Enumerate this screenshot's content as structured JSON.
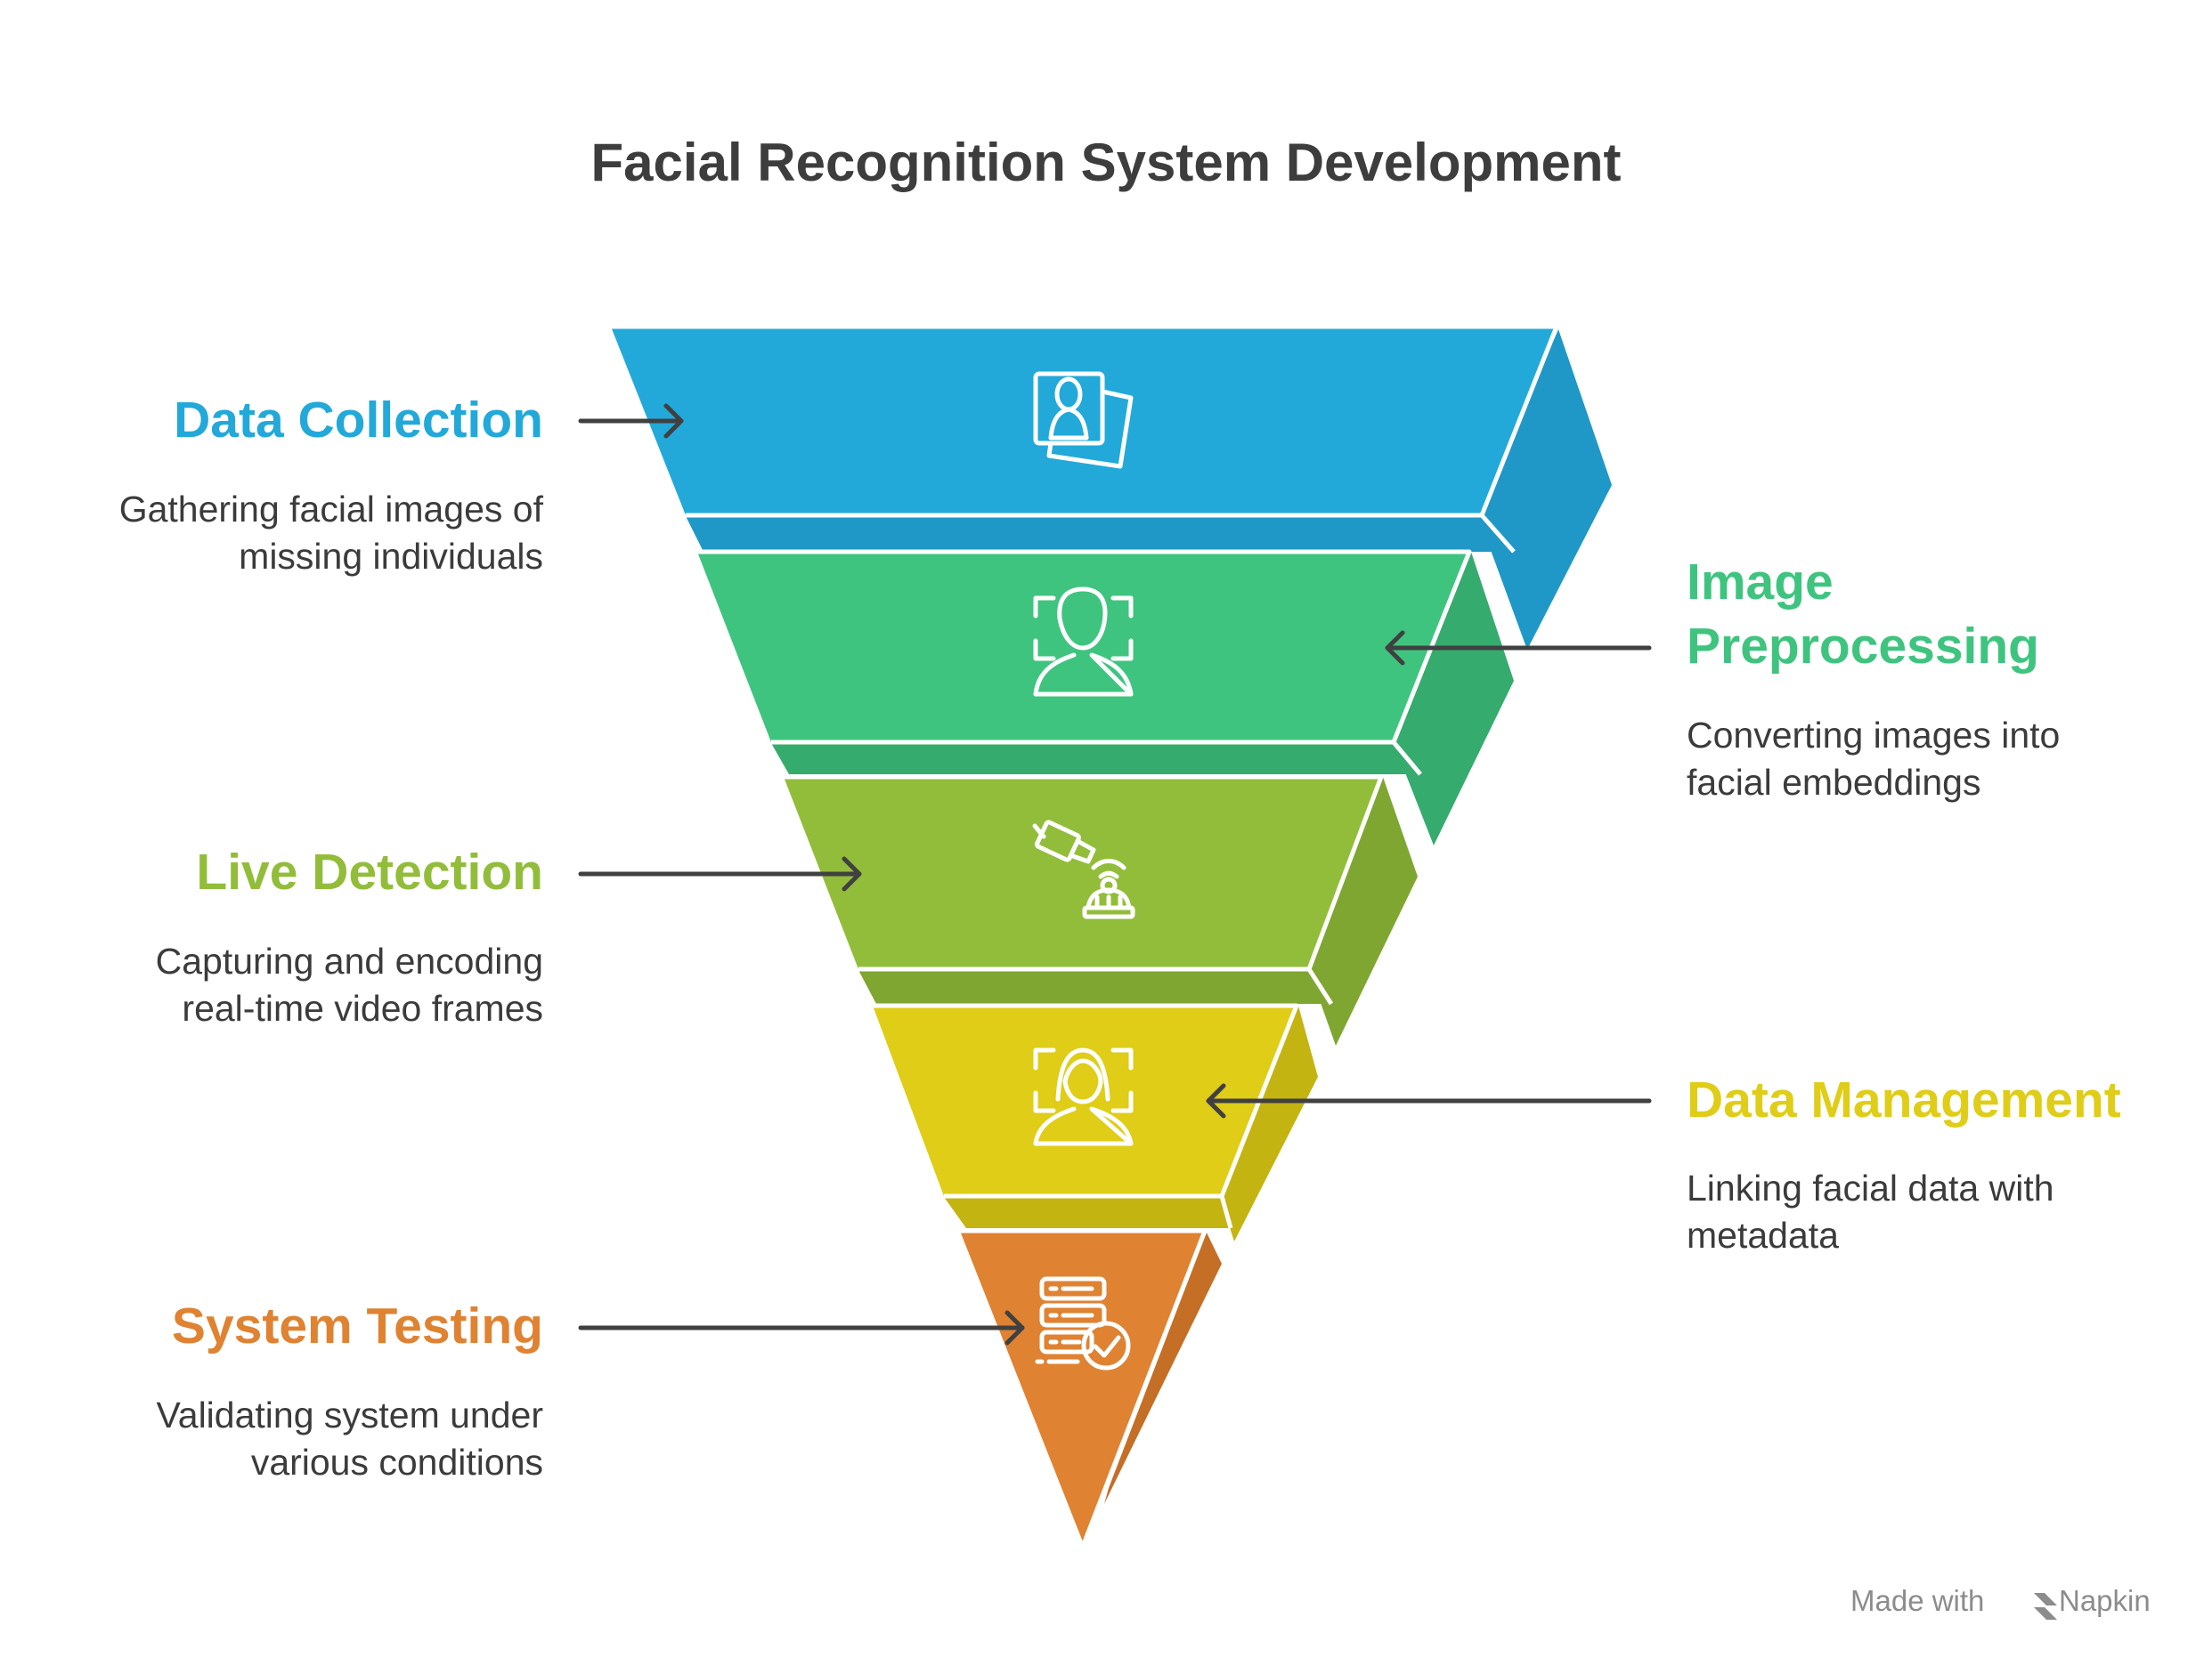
{
  "title": "Facial Recognition System Development",
  "stages": [
    {
      "name": "Data Collection",
      "desc1": "Gathering facial images of",
      "desc2": "missing individuals",
      "color": "#22a9d9",
      "icon": "photo-portrait-icon"
    },
    {
      "name1": "Image",
      "name2": "Preprocessing",
      "desc1": "Converting images into",
      "desc2": "facial embeddings",
      "color": "#3fc47f",
      "icon": "face-scan-icon"
    },
    {
      "name": "Live Detection",
      "desc1": "Capturing and encoding",
      "desc2": "real-time video frames",
      "color": "#92bd3a",
      "icon": "camera-face-icon"
    },
    {
      "name": "Data Management",
      "desc1": "Linking facial data with",
      "desc2": "metadata",
      "color": "#dfcd17",
      "icon": "female-face-scan-icon"
    },
    {
      "name": "System Testing",
      "desc1": "Validating system under",
      "desc2": "various conditions",
      "color": "#df8232",
      "icon": "server-check-icon"
    }
  ],
  "watermark": {
    "prefix": "Made with",
    "brand": "Napkin"
  }
}
